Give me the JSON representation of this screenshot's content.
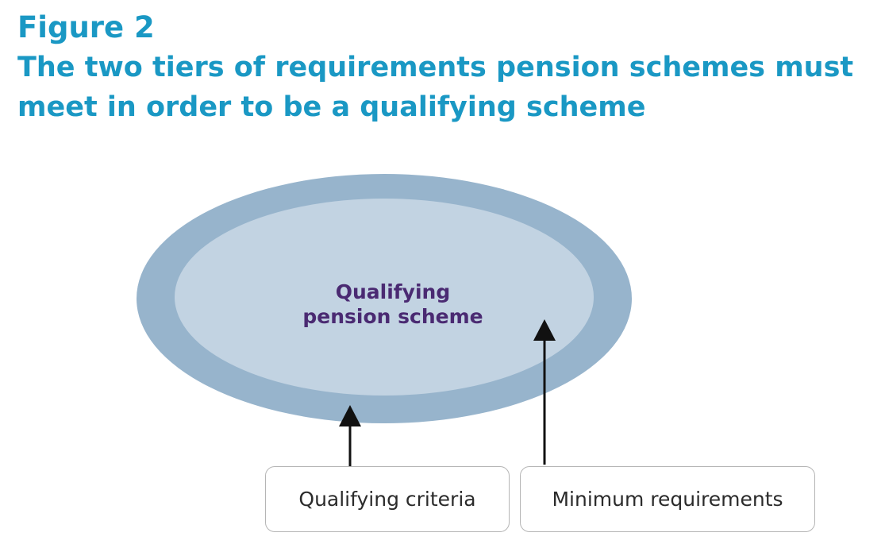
{
  "header": {
    "figure_label": "Figure 2",
    "title": "The two tiers of requirements pension schemes must meet in order to be a qualifying scheme"
  },
  "diagram": {
    "center_label_line1": "Qualifying",
    "center_label_line2": "pension scheme",
    "boxes": [
      {
        "label": "Qualifying criteria"
      },
      {
        "label": "Minimum requirements"
      }
    ],
    "colors": {
      "outer_ellipse": "#97b4cc",
      "inner_ellipse": "#c2d3e2",
      "center_text": "#4a2a72",
      "heading": "#1a98c4",
      "arrow": "#111111",
      "box_border": "#b5b5b5"
    }
  }
}
